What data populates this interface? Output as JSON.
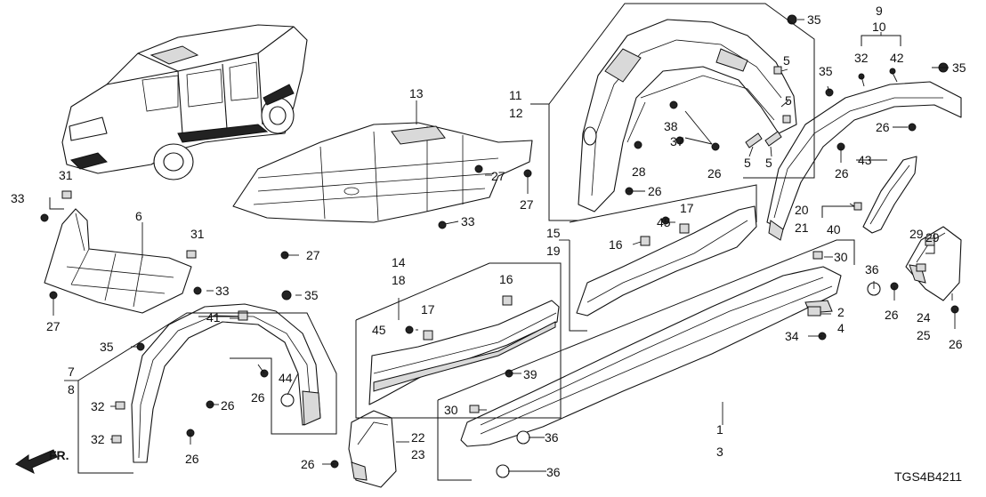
{
  "diagram": {
    "code": "TGS4B4211",
    "direction_label": "FR.",
    "callouts": {
      "c1": "1",
      "c2": "2",
      "c3": "3",
      "c4": "4",
      "c5a": "5",
      "c5b": "5",
      "c5c": "5",
      "c5d": "5",
      "c6": "6",
      "c7": "7",
      "c8": "8",
      "c9": "9",
      "c10": "10",
      "c11": "11",
      "c12": "12",
      "c13": "13",
      "c14": "14",
      "c15": "15",
      "c16a": "16",
      "c16b": "16",
      "c17a": "17",
      "c17b": "17",
      "c18": "18",
      "c19": "19",
      "c20": "20",
      "c21": "21",
      "c22": "22",
      "c23": "23",
      "c24": "24",
      "c25": "25",
      "c26a": "26",
      "c26b": "26",
      "c26c": "26",
      "c26d": "26",
      "c26e": "26",
      "c26f": "26",
      "c26g": "26",
      "c26h": "26",
      "c26i": "26",
      "c26j": "26",
      "c27a": "27",
      "c27b": "27",
      "c27c": "27",
      "c27d": "27",
      "c28": "28",
      "c29a": "29",
      "c29b": "29",
      "c30a": "30",
      "c30b": "30",
      "c31a": "31",
      "c31b": "31",
      "c32a": "32",
      "c32b": "32",
      "c32c": "32",
      "c33a": "33",
      "c33b": "33",
      "c33c": "33",
      "c34": "34",
      "c35a": "35",
      "c35b": "35",
      "c35c": "35",
      "c35d": "35",
      "c35e": "35",
      "c36a": "36",
      "c36b": "36",
      "c36c": "36",
      "c37": "37",
      "c38": "38",
      "c39": "39",
      "c40": "40",
      "c41": "41",
      "c42": "42",
      "c43": "43",
      "c44": "44",
      "c45a": "45",
      "c45b": "45"
    }
  }
}
